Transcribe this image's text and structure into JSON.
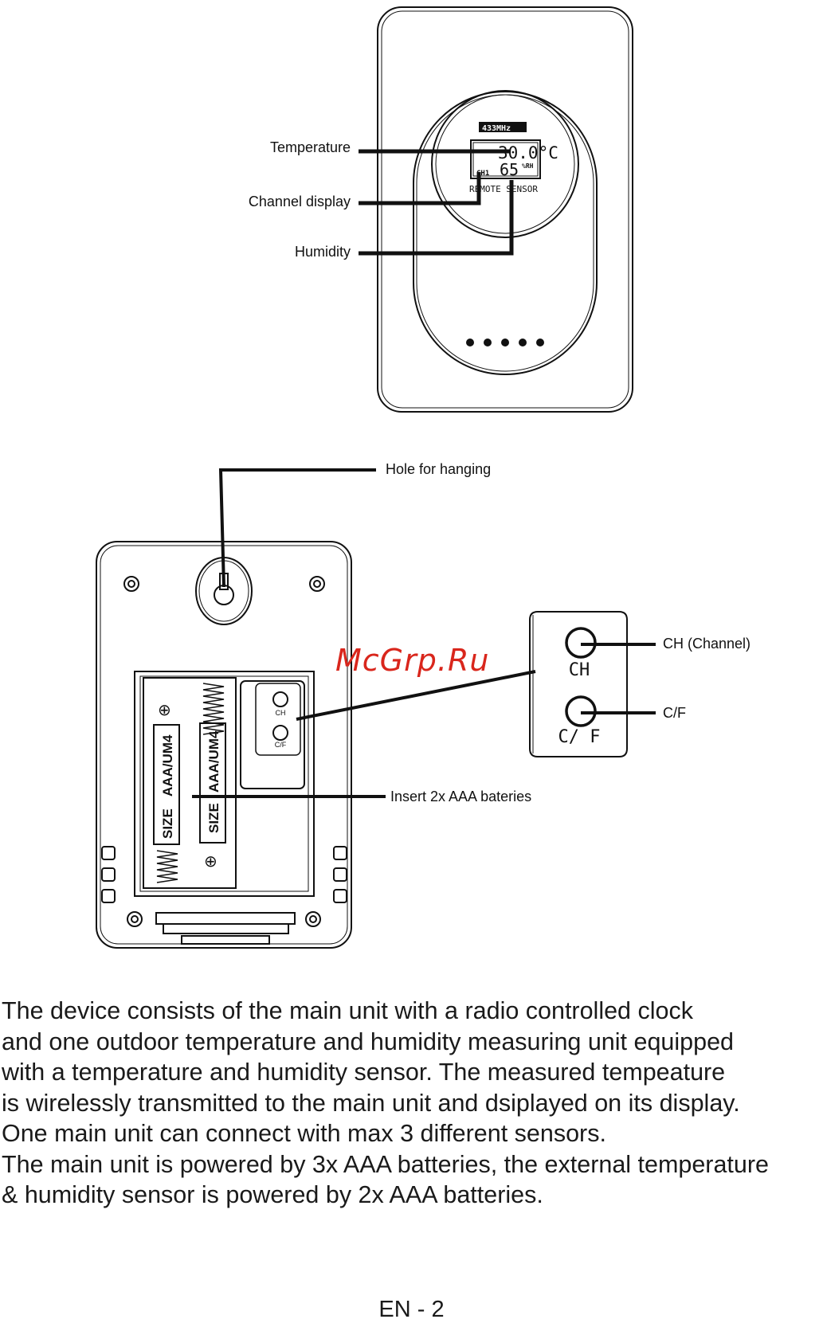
{
  "sensor_front": {
    "freq_label": "433MHz",
    "temp_reading": "30.0°C",
    "channel_reading": "CH1",
    "humidity_reading": "65",
    "humidity_unit": "%RH",
    "device_label": "REMOTE SENSOR",
    "callouts": {
      "temperature": "Temperature",
      "channel": "Channel display",
      "humidity": "Humidity"
    }
  },
  "sensor_back": {
    "callouts": {
      "hole": "Hole for hanging",
      "ch_button": "CH (Channel)",
      "cf_button": "C/F",
      "batteries": "Insert 2x AAA bateries"
    },
    "button_labels": {
      "ch": "CH",
      "cf": "C/ F",
      "ch_small": "CH",
      "cf_small": "C/F"
    },
    "battery_label": "SIZE  AAA/UM4",
    "battery_size": "SIZE",
    "battery_type": "AAA/UM4",
    "plus": "⊕"
  },
  "watermark": "McGrp.Ru",
  "description": [
    "The device consists of the main unit with a radio controlled clock",
    "and one outdoor temperature and humidity measuring unit equipped",
    "with a temperature and humidity sensor. The measured tempeature",
    "is wirelessly transmitted to the main unit and dsiplayed on its display.",
    "One main unit can connect with max 3 different sensors.",
    "The main unit is powered by 3x AAA batteries, the external temperature",
    "& humidity sensor is powered by 2x AAA batteries."
  ],
  "footer": "EN - 2"
}
